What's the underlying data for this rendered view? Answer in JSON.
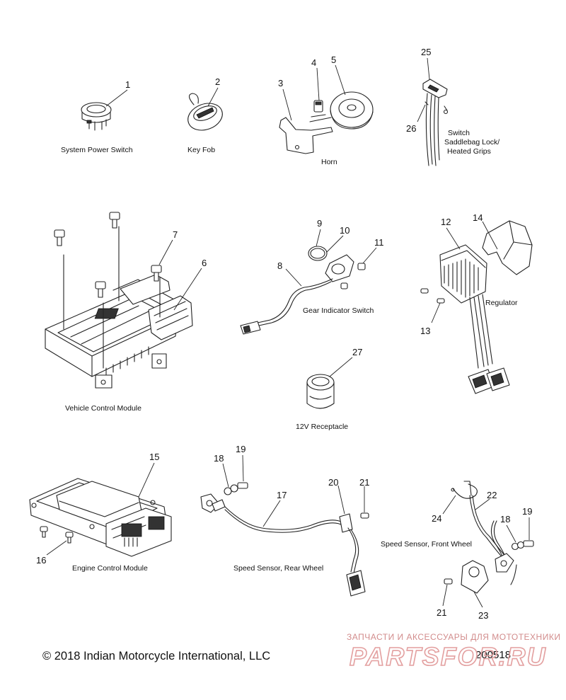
{
  "captions": {
    "system_power_switch": "System Power Switch",
    "key_fob": "Key Fob",
    "horn": "Horn",
    "switch_saddlebag": [
      "Switch",
      "Saddlebag Lock/",
      "Heated Grips"
    ],
    "vehicle_control_module": "Vehicle Control Module",
    "gear_indicator_switch": "Gear Indicator Switch",
    "regulator": "Regulator",
    "receptacle_12v": "12V Receptacle",
    "engine_control_module": "Engine Control Module",
    "speed_sensor_rear": "Speed Sensor, Rear Wheel",
    "speed_sensor_front": "Speed Sensor, Front Wheel"
  },
  "callouts": {
    "c1": "1",
    "c2": "2",
    "c3": "3",
    "c4": "4",
    "c5": "5",
    "c6": "6",
    "c7": "7",
    "c8": "8",
    "c9": "9",
    "c10": "10",
    "c11": "11",
    "c12": "12",
    "c13": "13",
    "c14": "14",
    "c15": "15",
    "c16": "16",
    "c17": "17",
    "c18": "18",
    "c19": "19",
    "c20": "20",
    "c21": "21",
    "c22": "22",
    "c23": "23",
    "c24": "24",
    "c25": "25",
    "c26": "26",
    "c27": "27",
    "c18b": "18",
    "c19b": "19",
    "c21b": "21"
  },
  "footer": {
    "copyright": "© 2018 Indian Motorcycle International, LLC",
    "doc_number": "200518"
  },
  "watermark": {
    "tagline": "ЗАПЧАСТИ И АКСЕССУАРЫ ДЛЯ МОТОТЕХНИКИ",
    "brand": "PARTSFOR.RU"
  }
}
